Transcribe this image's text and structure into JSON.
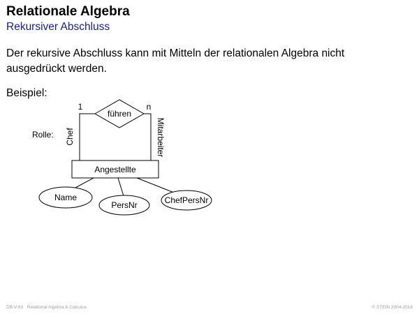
{
  "header": {
    "title": "Relationale Algebra",
    "subtitle": "Rekursiver Abschluss"
  },
  "body": {
    "paragraph": "Der rekursive Abschluss kann mit Mitteln der relationalen Algebra nicht ausgedrückt werden.",
    "example_label": "Beispiel:"
  },
  "diagram": {
    "relationship": "führen",
    "entity": "Angestellte",
    "cardinality_left": "1",
    "cardinality_right": "n",
    "role_label": "Rolle:",
    "role_left": "Chef",
    "role_right": "Mitarbeiter",
    "attributes": [
      "Name",
      "PersNr",
      "ChefPersNr"
    ]
  },
  "footer": {
    "slide_id": "DB:V-63",
    "section": "Relational Algebra & Calculus",
    "copyright": "© STEIN 2004-2018"
  }
}
